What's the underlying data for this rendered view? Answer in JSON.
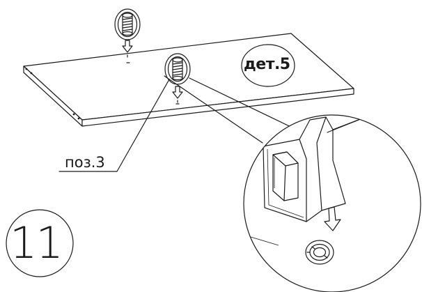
{
  "diagram": {
    "step_number": "11",
    "part_label": "дет.5",
    "position_label": "поз.3"
  },
  "icons": {
    "insert_top": "threaded-insert-icon",
    "insert_center": "threaded-insert-icon",
    "arrow": "down-arrow-icon",
    "detail": "magnified-detail-view"
  },
  "colors": {
    "ink": "#1a1a1a",
    "background": "#ffffff"
  }
}
